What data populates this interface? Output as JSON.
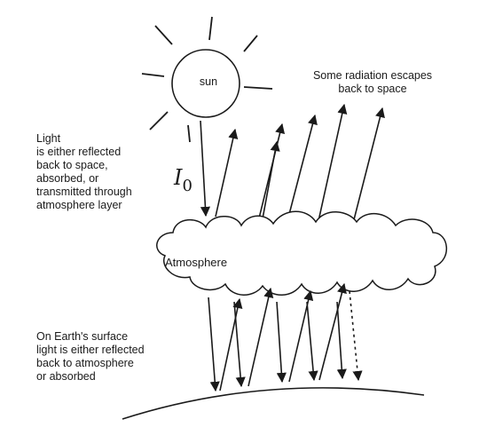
{
  "labels": {
    "sun": "sun",
    "escape_note": "Some radiation escapes\nback to space",
    "light_note": "Light\nis either reflected\nback to space,\nabsorbed, or\ntransmitted through\natmosphere layer",
    "intensity_symbol": "I",
    "intensity_subscript": "0",
    "atmosphere": "Atmosphere",
    "surface_note": "On Earth's surface\nlight is either reflected\nback to atmosphere\nor absorbed"
  },
  "colors": {
    "ink": "#1a1a1a",
    "background": "#ffffff"
  }
}
